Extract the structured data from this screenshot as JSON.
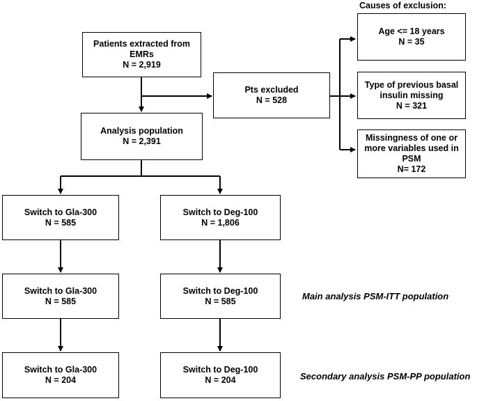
{
  "causes_header": "Causes of exclusion:",
  "extracted": {
    "line1": "Patients extracted from",
    "line2": "EMRs",
    "line3": "N = 2,919"
  },
  "excluded": {
    "line1": "Pts excluded",
    "line2": "N = 528"
  },
  "analysis": {
    "line1": "Analysis population",
    "line2": "N = 2,391"
  },
  "causes": [
    {
      "line1": "Age <= 18 years",
      "line2": "N = 35"
    },
    {
      "line1": "Type of previous basal",
      "line2": "insulin missing",
      "line3": "N = 321"
    },
    {
      "line1": "Missingness of one or",
      "line2": "more variables used in",
      "line3": "PSM",
      "line4": "N= 172"
    }
  ],
  "rows": [
    {
      "left": {
        "line1": "Switch to Gla-300",
        "line2": "N = 585"
      },
      "right": {
        "line1": "Switch to Deg-100",
        "line2": "N = 1,806"
      },
      "note": ""
    },
    {
      "left": {
        "line1": "Switch to Gla-300",
        "line2": "N = 585"
      },
      "right": {
        "line1": "Switch to Deg-100",
        "line2": "N = 585"
      },
      "note": "Main analysis PSM-ITT population"
    },
    {
      "left": {
        "line1": "Switch to Gla-300",
        "line2": "N = 204"
      },
      "right": {
        "line1": "Switch to Deg-100",
        "line2": "N = 204"
      },
      "note": "Secondary analysis PSM-PP population"
    }
  ]
}
